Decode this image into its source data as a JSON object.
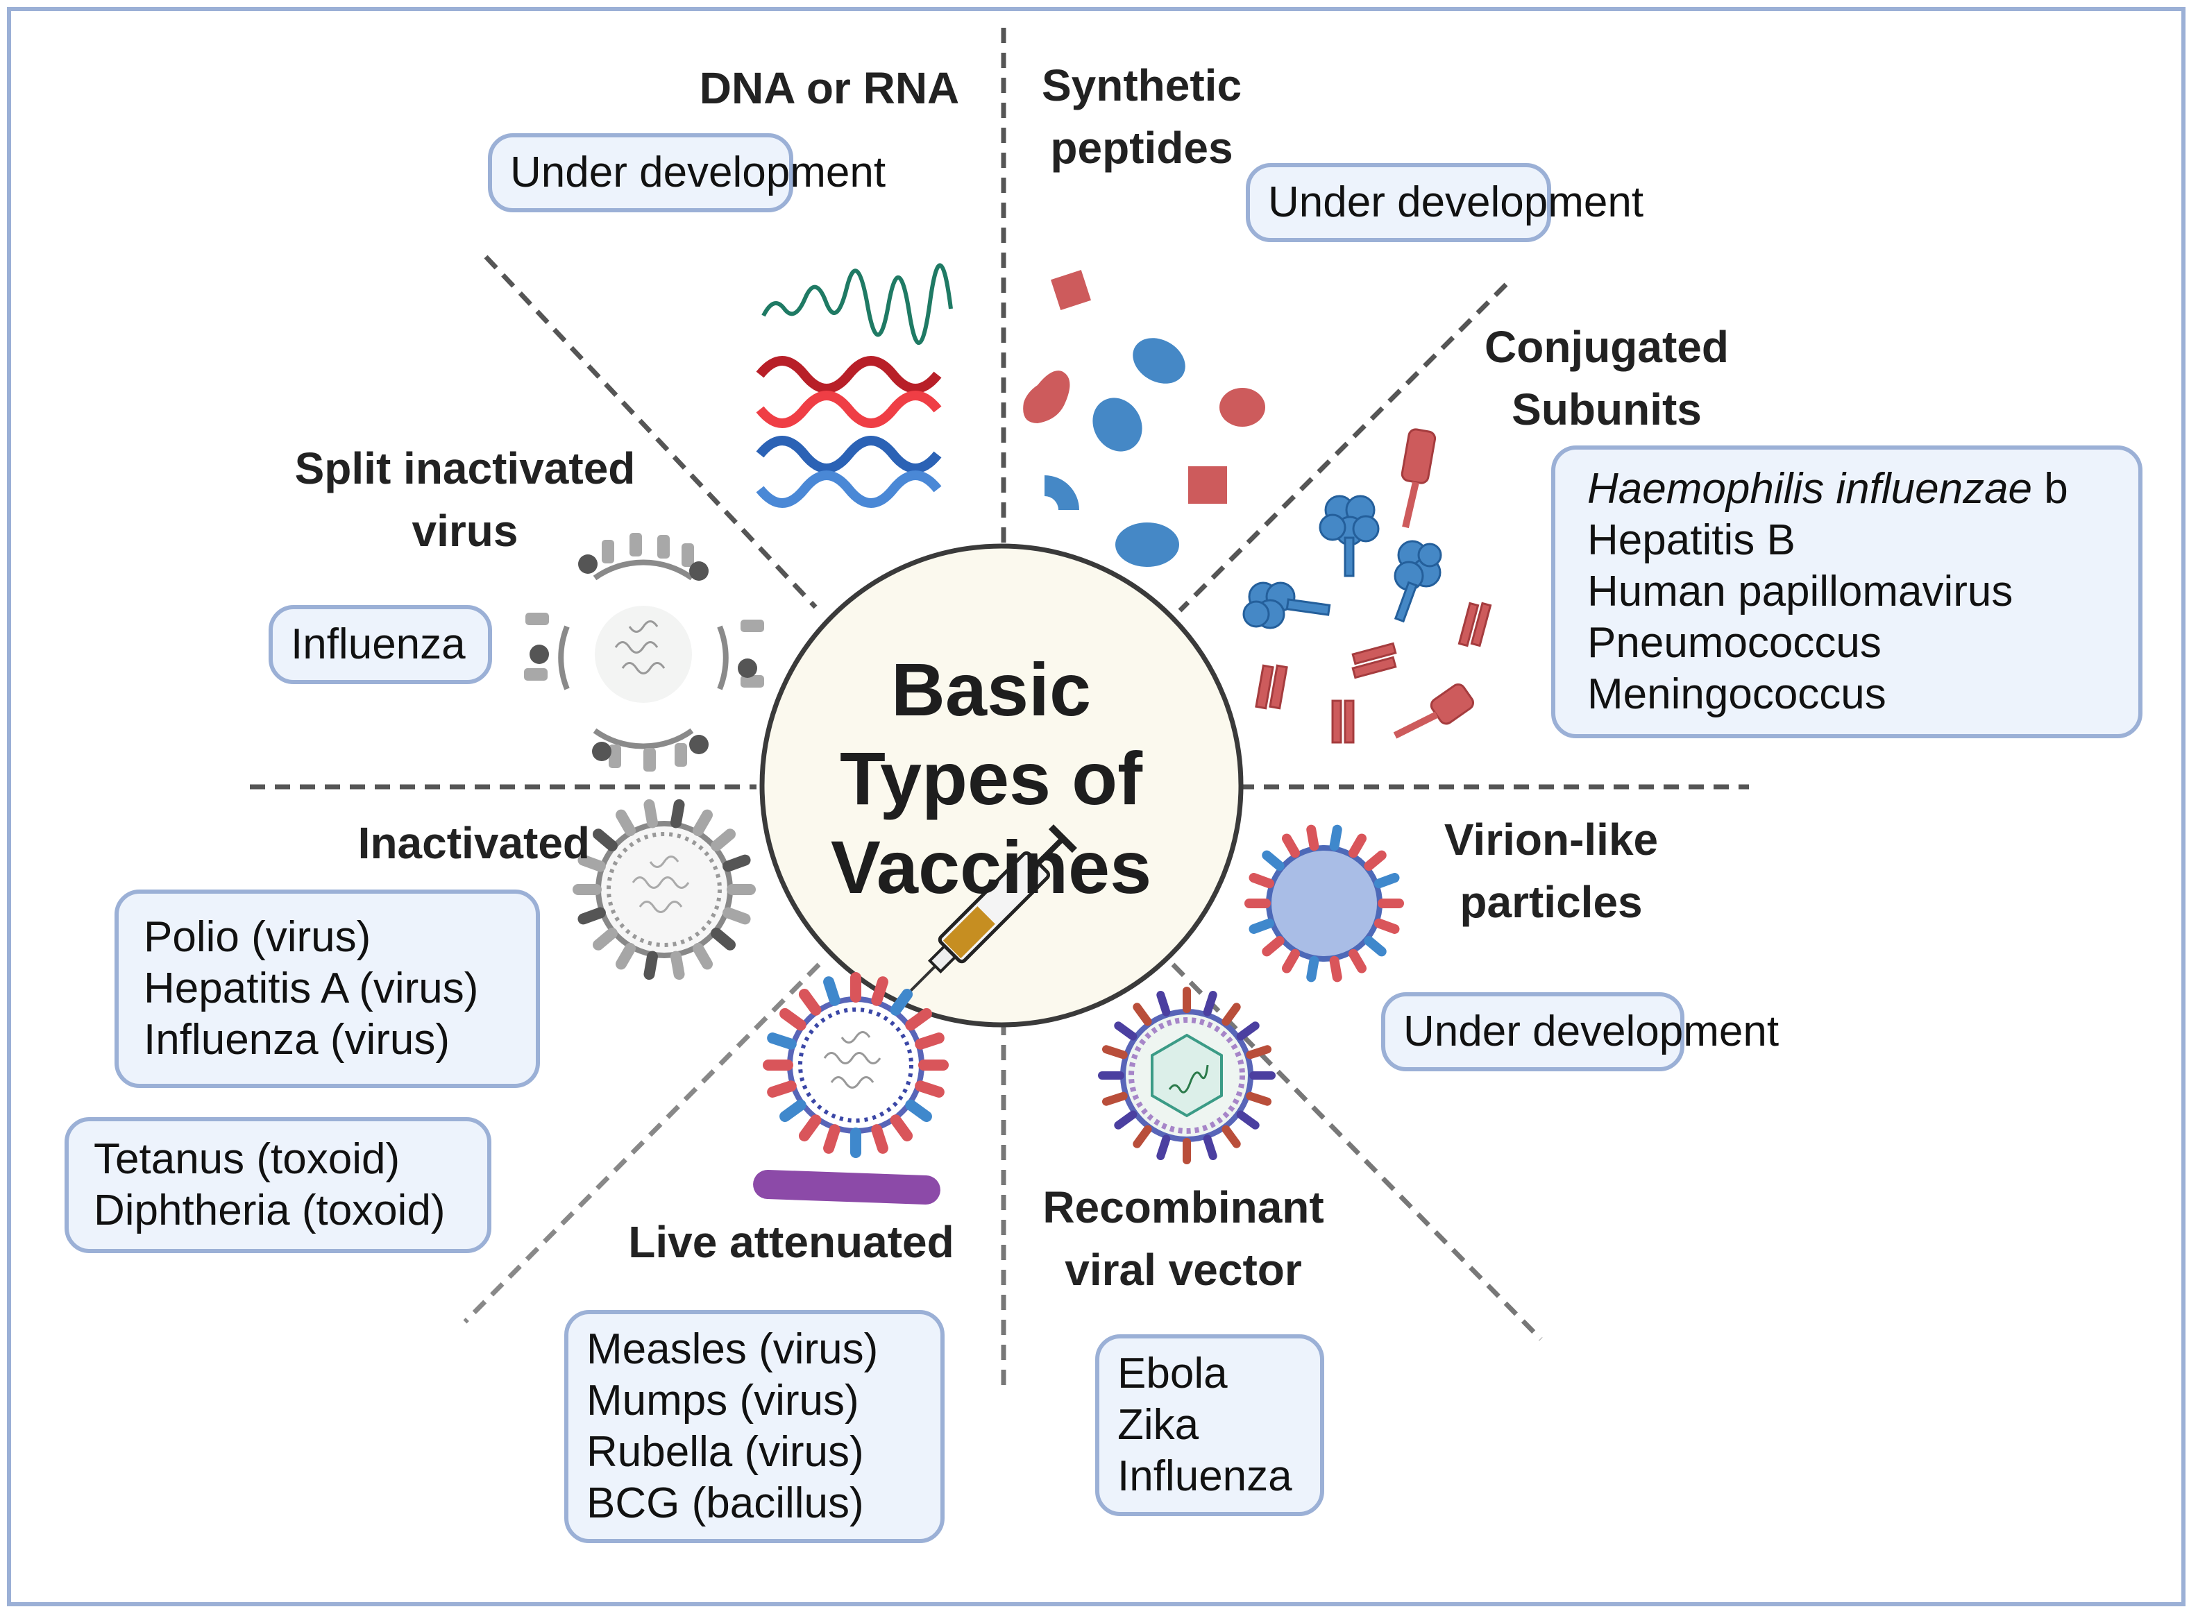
{
  "title": "Basic Types of Vaccines",
  "title_lines": [
    "Basic",
    "Types of",
    "Vaccines"
  ],
  "colors": {
    "frame_border": "#9bb0d6",
    "box_fill": "#edf3fc",
    "box_border": "#9bb0d6",
    "center_fill": "#fbf9ee",
    "peptide_red": "#cd5b5c",
    "peptide_blue": "#4588c6",
    "rna_green": "#1f7a64",
    "dna_red": "#d9333a",
    "dna_blue": "#3a72c4",
    "bacillus_purple": "#8c4aa8",
    "vlp_core": "#a9bde6",
    "syringe_liquid": "#c68e21"
  },
  "sectors": [
    {
      "id": "dna-rna",
      "heading": [
        "DNA or RNA"
      ],
      "examples": [
        "Under development"
      ]
    },
    {
      "id": "synthetic-peptides",
      "heading": [
        "Synthetic",
        "peptides"
      ],
      "examples": [
        "Under development"
      ]
    },
    {
      "id": "conjugated-subunits",
      "heading": [
        "Conjugated",
        "Subunits"
      ],
      "examples": [
        "Haemophilis influenzae b",
        "Hepatitis B",
        "Human papillomavirus",
        "Pneumococcus",
        "Meningococcus"
      ],
      "italic_part": "Haemophilis influenzae",
      "normal_part": " b"
    },
    {
      "id": "virion-like-particles",
      "heading": [
        "Virion-like",
        "particles"
      ],
      "examples": [
        "Under development"
      ]
    },
    {
      "id": "recombinant-viral-vector",
      "heading": [
        "Recombinant",
        "viral vector"
      ],
      "examples": [
        "Ebola",
        "Zika",
        "Influenza"
      ]
    },
    {
      "id": "live-attenuated",
      "heading": [
        "Live attenuated"
      ],
      "examples": [
        "Measles (virus)",
        "Mumps (virus)",
        "Rubella (virus)",
        "BCG (bacillus)"
      ]
    },
    {
      "id": "inactivated",
      "heading": [
        "Inactivated"
      ],
      "examples": [
        "Polio (virus)",
        "Hepatitis A (virus)",
        "Influenza (virus)"
      ],
      "toxoid_examples": [
        "Tetanus (toxoid)",
        "Diphtheria (toxoid)"
      ]
    },
    {
      "id": "split-inactivated-virus",
      "heading": [
        "Split inactivated",
        "virus"
      ],
      "examples": [
        "Influenza"
      ]
    }
  ]
}
